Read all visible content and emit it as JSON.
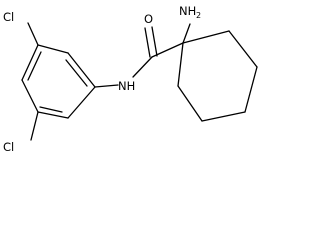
{
  "molecule": {
    "atoms": {
      "cl_top": "Cl",
      "cl_bottom": "Cl",
      "nh": "NH",
      "oxygen": "O",
      "nh2_n": "NH",
      "nh2_sub": "2"
    }
  }
}
